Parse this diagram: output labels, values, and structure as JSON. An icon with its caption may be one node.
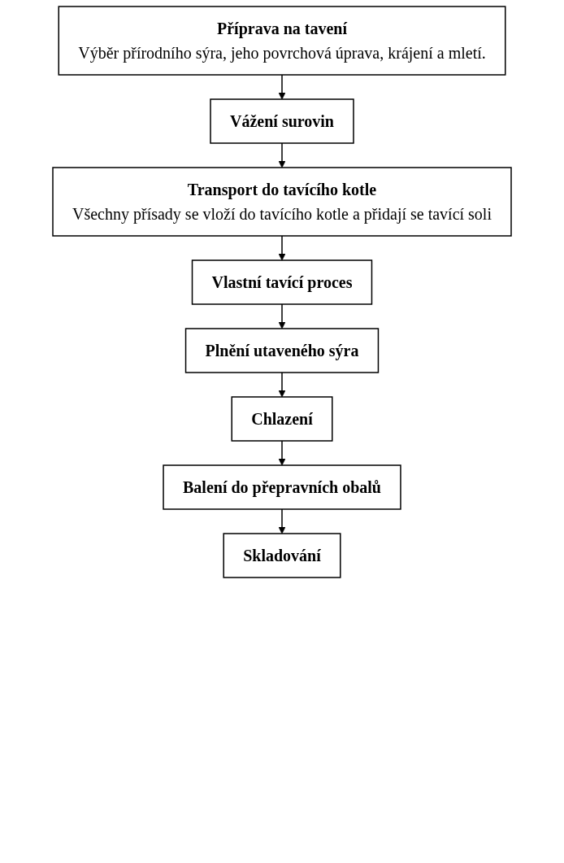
{
  "diagram": {
    "nodes": [
      {
        "text": [
          "Příprava na tavení",
          "Výběr přírodního sýra, jeho povrchová úprava, krájení a mletí."
        ]
      },
      {
        "text": [
          "Vážení surovin"
        ]
      },
      {
        "text": [
          "Transport do tavícího kotle",
          "Všechny přísady se vloží do tavícího kotle a přidají se tavící soli"
        ]
      },
      {
        "text": [
          "Vlastní tavící proces"
        ]
      },
      {
        "text": [
          "Plnění utaveného sýra"
        ]
      },
      {
        "text": [
          "Chlazení"
        ]
      },
      {
        "text": [
          "Balení do přepravních obalů"
        ]
      },
      {
        "text": [
          "Skladování"
        ]
      }
    ],
    "edges": [
      {
        "from": 0,
        "to": 1,
        "arrow": "to"
      },
      {
        "from": 1,
        "to": 2,
        "arrow": "to"
      },
      {
        "from": 2,
        "to": 3,
        "arrow": "to"
      },
      {
        "from": 3,
        "to": 4,
        "arrow": "to"
      },
      {
        "from": 4,
        "to": 5,
        "arrow": "to"
      },
      {
        "from": 5,
        "to": 6,
        "arrow": "to"
      },
      {
        "from": 6,
        "to": 7,
        "arrow": "to"
      }
    ]
  }
}
